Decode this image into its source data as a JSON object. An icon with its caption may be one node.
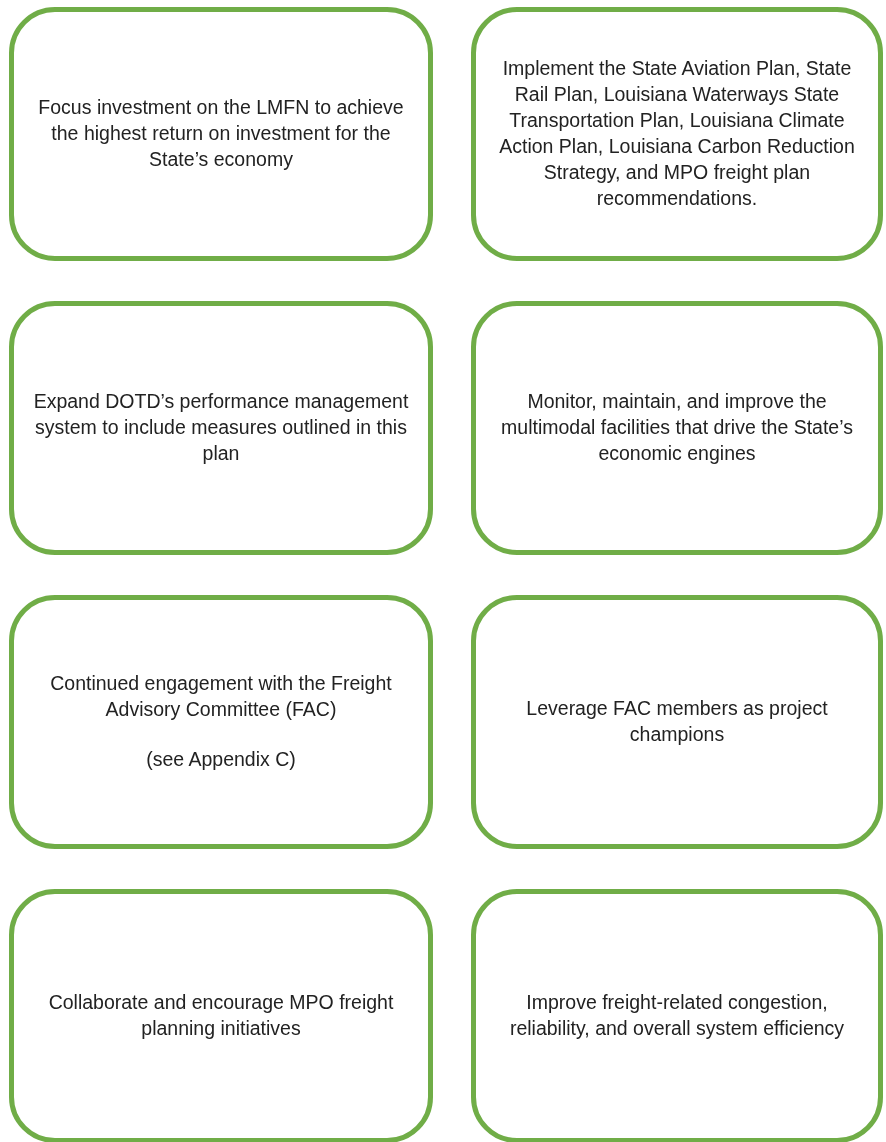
{
  "diagram": {
    "nodes": [
      {
        "text": [
          "Focus investment on the LMFN to achieve the highest return on investment for the State’s economy"
        ]
      },
      {
        "text": [
          "Implement the State Aviation Plan, State Rail Plan, Louisiana Waterways State Transportation Plan, Louisiana Climate Action Plan, Louisiana Carbon Reduction Strategy, and MPO freight plan recommendations."
        ]
      },
      {
        "text": [
          "Expand DOTD’s performance management system to include measures outlined in this plan"
        ]
      },
      {
        "text": [
          "Monitor, maintain, and improve the multimodal facilities that drive the State’s economic engines"
        ]
      },
      {
        "text": [
          "Continued engagement with the Freight Advisory Committee (FAC)",
          "(see Appendix C)"
        ]
      },
      {
        "text": [
          "Leverage FAC members as project champions"
        ]
      },
      {
        "text": [
          "Collaborate and encourage MPO freight planning initiatives"
        ]
      },
      {
        "text": [
          "Improve freight-related congestion, reliability, and overall system efficiency"
        ]
      }
    ]
  }
}
